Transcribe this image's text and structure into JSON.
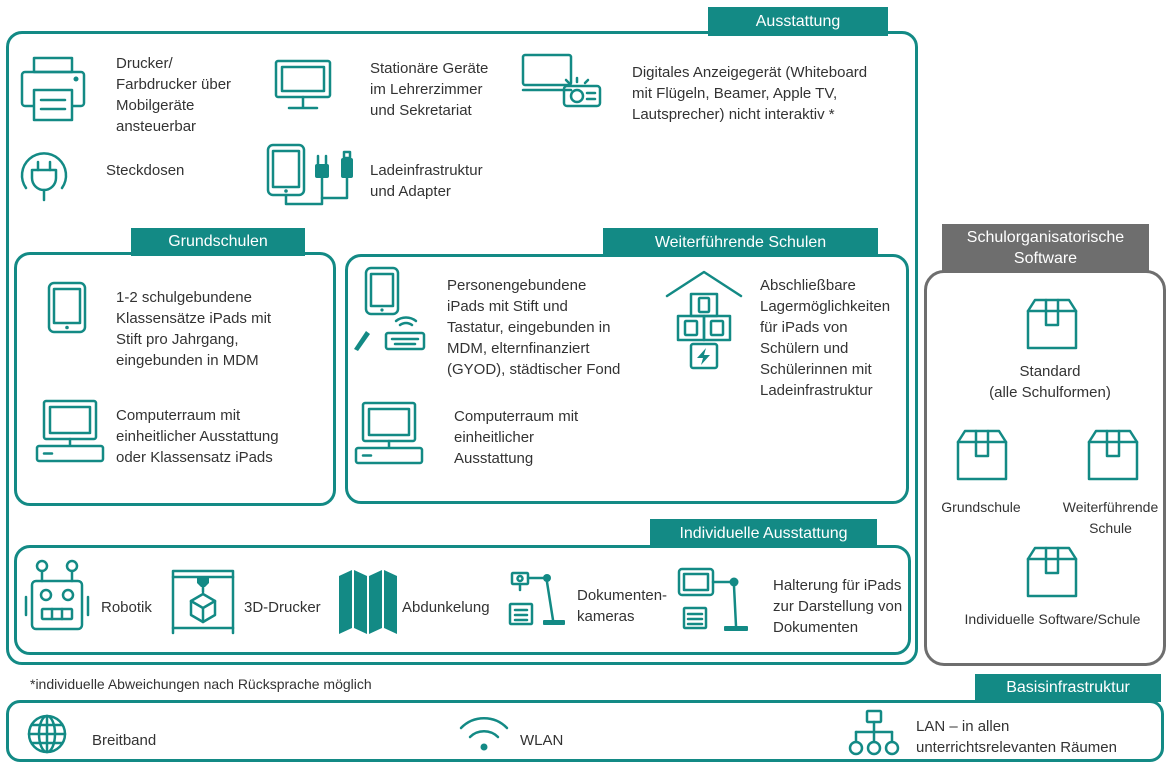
{
  "ausstattung": {
    "label": "Ausstattung",
    "items": {
      "drucker": "Drucker/\nFarbdrucker über\nMobilgeräte\nansteuerbar",
      "stationaer": "Stationäre Geräte\nim Lehrerzimmer\nund Sekretariat",
      "anzeige": "Digitales Anzeigegerät (Whiteboard\nmit Flügeln, Beamer, Apple TV,\nLautsprecher) nicht interaktiv *",
      "steckdosen": "Steckdosen",
      "lade": "Ladeinfrastruktur\nund Adapter"
    }
  },
  "grundschulen": {
    "label": "Grundschulen",
    "ipads": "1-2 schulgebundene\nKlassensätze iPads mit\nStift pro Jahrgang,\neingebunden in MDM",
    "computerraum": "Computerraum mit\neinheitlicher Ausstattung\noder Klassensatz iPads"
  },
  "weiterfuehrende": {
    "label": "Weiterführende Schulen",
    "ipads": "Personengebundene\niPads mit Stift und\nTastatur, eingebunden in\nMDM, elternfinanziert\n(GYOD), städtischer Fond",
    "lager": "Abschließbare\nLagermöglichkeiten\nfür iPads von\nSchülern und\nSchülerinnen mit\nLadeinfrastruktur",
    "computerraum": "Computerraum mit\neinheitlicher\nAusstattung"
  },
  "individuell": {
    "label": "Individuelle Ausstattung",
    "robotik": "Robotik",
    "drucker3d": "3D-Drucker",
    "abdunkelung": "Abdunkelung",
    "dokumentenkameras": "Dokumenten-\nkameras",
    "halterung": "Halterung für iPads\nzur Darstellung von\nDokumenten"
  },
  "footnote": "*individuelle Abweichungen nach Rücksprache möglich",
  "software": {
    "label": "Schulorganisatorische\nSoftware",
    "standard": "Standard\n(alle Schulformen)",
    "grundschule": "Grundschule",
    "weiterfuehrende": "Weiterführende\nSchule",
    "individuell": "Individuelle Software/Schule"
  },
  "basis": {
    "label": "Basisinfrastruktur",
    "breitband": "Breitband",
    "wlan": "WLAN",
    "lan": "LAN – in allen\nunterrichtsrelevanten Räumen"
  },
  "colors": {
    "teal": "#138a85",
    "gray": "#6e6e6e"
  }
}
